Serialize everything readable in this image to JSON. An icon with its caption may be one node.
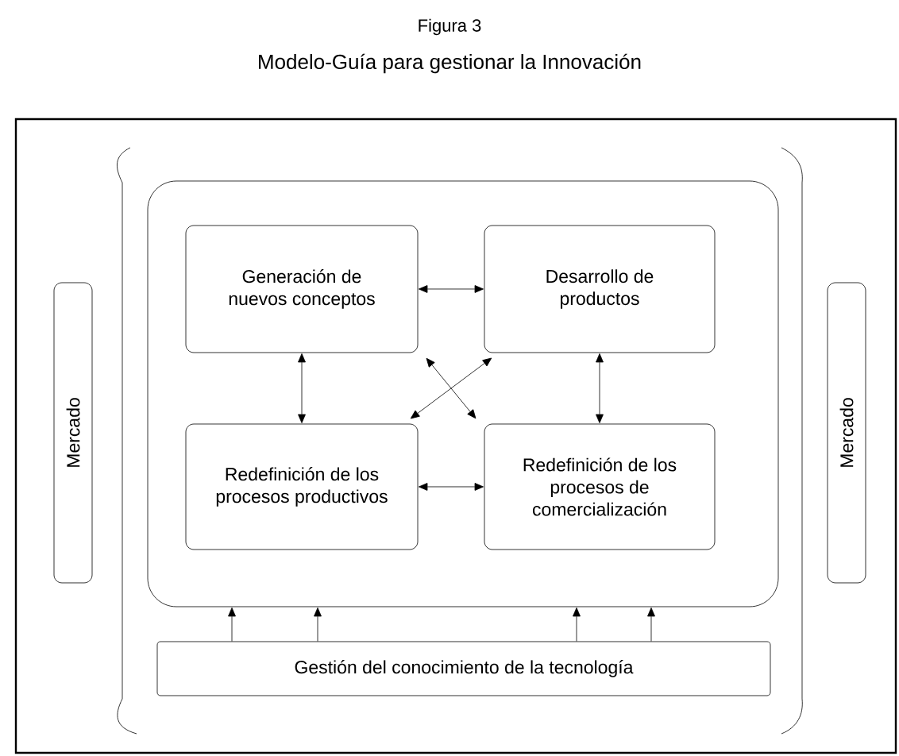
{
  "diagram": {
    "title": "Modelo-Guía para gestionar la Innovación",
    "nodes": [
      {
        "text": [],
        "shape": "box"
      },
      {
        "text": [
          "Generación de nuevos conceptos"
        ],
        "in": 0
      },
      {
        "text": [
          "Desarrollo de productos"
        ],
        "in": 0
      },
      {
        "text": [
          "Redefinición de los procesos productivos"
        ],
        "in": 0
      },
      {
        "text": [
          "Redefinición de los procesos de comercialización"
        ],
        "in": 0
      },
      {
        "text": [
          "Gestión del conocimiento de la tecnología"
        ]
      },
      {
        "text": [
          "Mercado"
        ]
      },
      {
        "text": [
          "Mercado"
        ]
      }
    ],
    "edges": [
      {
        "from": 1,
        "to": 2,
        "arrow": "both"
      },
      {
        "from": 1,
        "to": 3,
        "arrow": "both"
      },
      {
        "from": 2,
        "to": 4,
        "arrow": "both"
      },
      {
        "from": 1,
        "to": 4,
        "arrow": "both"
      },
      {
        "from": 2,
        "to": 3,
        "arrow": "both"
      },
      {
        "from": 3,
        "to": 4,
        "arrow": "both"
      },
      {
        "from": 5,
        "to": 0,
        "arrow": "to"
      },
      {
        "from": 5,
        "to": 0,
        "arrow": "to"
      },
      {
        "from": 5,
        "to": 0,
        "arrow": "to"
      },
      {
        "from": 5,
        "to": 0,
        "arrow": "to"
      }
    ],
    "labels": [
      "Figura 3"
    ]
  }
}
